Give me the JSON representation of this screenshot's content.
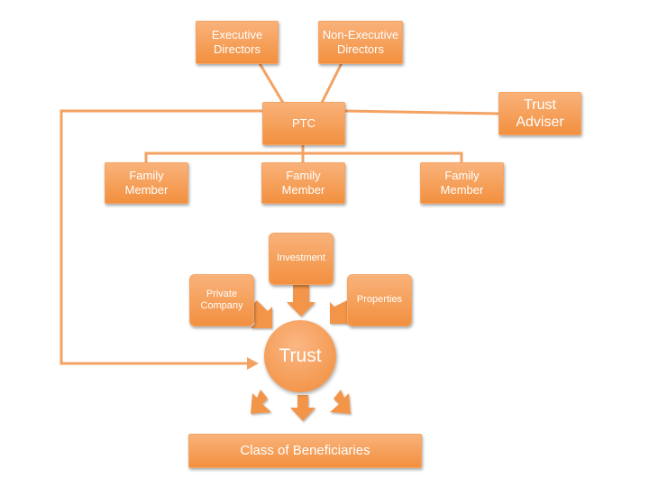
{
  "diagram": {
    "nodes": {
      "executive_directors": "Executive\nDirectors",
      "non_executive_directors": "Non-Executive\nDirectors",
      "ptc": "PTC",
      "trust_adviser": "Trust\nAdviser",
      "family_member_1": "Family\nMember",
      "family_member_2": "Family\nMember",
      "family_member_3": "Family\nMember",
      "investment": "Investment",
      "private_company": "Private\nCompany",
      "properties": "Properties",
      "trust": "Trust",
      "class_of_beneficiaries": "Class of Beneficiaries"
    },
    "colors": {
      "box_fill_top": "#f9b27a",
      "box_fill_bottom": "#f2903f",
      "connector": "#f4a262",
      "text": "#ffffff"
    }
  }
}
